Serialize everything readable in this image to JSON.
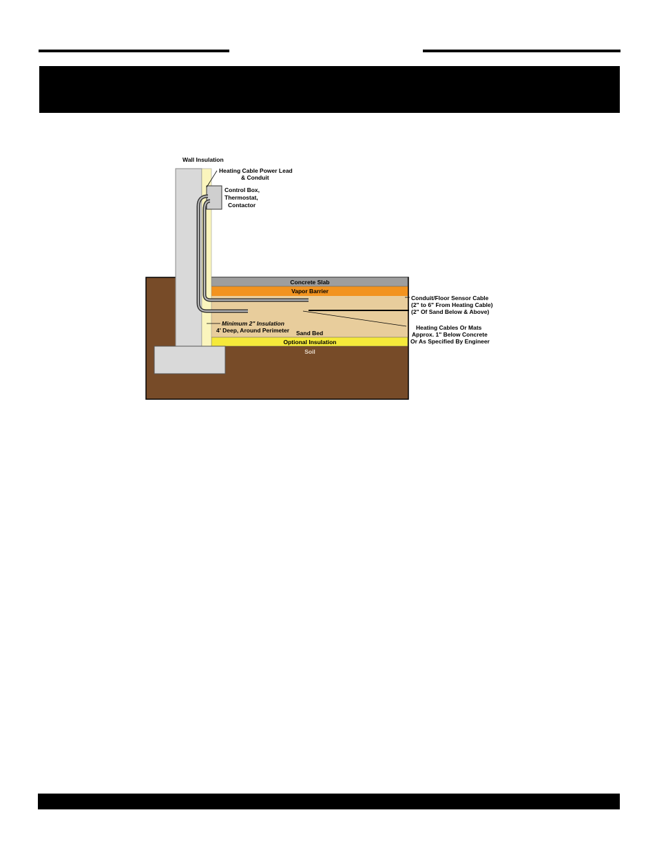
{
  "diagram": {
    "labels": {
      "wall_insulation": "Wall Insulation",
      "power_lead_1": "Heating Cable Power Lead",
      "power_lead_2": "& Conduit",
      "control_box_1": "Control Box,",
      "control_box_2": "Thermostat,",
      "control_box_3": "Contactor",
      "concrete_slab": "Concrete Slab",
      "vapor_barrier": "Vapor Barrier",
      "sensor_1": "Conduit/Floor Sensor Cable",
      "sensor_2": "(2\" to 6\" From Heating Cable)",
      "sensor_3": "(2\" Of Sand Below & Above)",
      "min_insulation": "Minimum 2\" Insulation",
      "perimeter": "4' Deep, Around Perimeter",
      "sand_bed": "Sand Bed",
      "heating_1": "Heating Cables Or Mats",
      "heating_2": "Approx. 1\" Below Concrete",
      "heating_3": "Or As Specified By Engineer",
      "optional_insulation": "Optional Insulation",
      "soil": "Soil"
    },
    "colors": {
      "soil": "#774b28",
      "concrete": "#d9d9d9",
      "slab": "#9e9e9e",
      "vapor_barrier": "#f2931f",
      "sand": "#e8cd9c",
      "optional_insulation": "#f5e93a",
      "wall_insulation": "#fbf5bd"
    }
  }
}
